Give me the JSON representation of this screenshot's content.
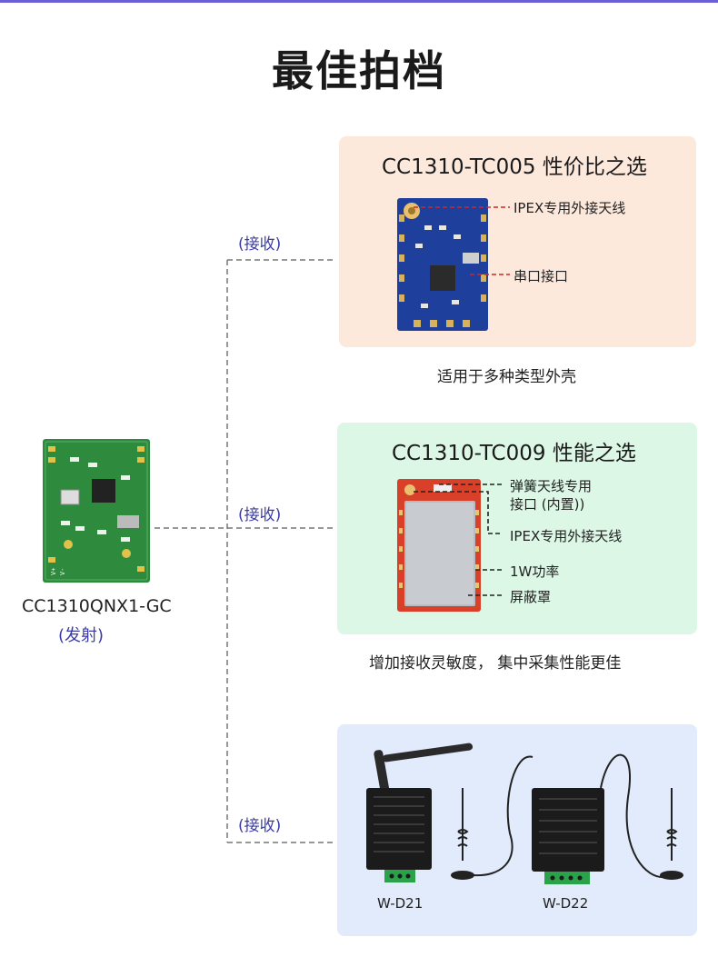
{
  "title": "最佳拍档",
  "transmitter": {
    "model": "CC1310QNX1-GC",
    "role": "(发射)"
  },
  "receivers": [
    {
      "label": "(接收)",
      "title": "CC1310-TC005 性价比之选",
      "annotations": [
        "IPEX专用外接天线",
        "串口接口"
      ],
      "caption": "适用于多种类型外壳",
      "background": "#fde8dc"
    },
    {
      "label": "(接收)",
      "title": "CC1310-TC009 性能之选",
      "annotations": [
        "弹簧天线专用",
        "接口 (内置))",
        "IPEX专用外接天线",
        "1W功率",
        "屏蔽罩"
      ],
      "caption": "增加接收灵敏度， 集中采集性能更佳",
      "background": "#dcf7e6"
    },
    {
      "label": "(接收)",
      "products": [
        "W-D21",
        "W-D22"
      ],
      "background": "#e2ebfb"
    }
  ],
  "colors": {
    "accent": "#6b5fd8",
    "label_blue": "#3b3ba8",
    "annotation_red": "#e02020",
    "pcb_blue": "#1e3f9c",
    "pcb_green": "#2e8b3e",
    "pcb_red": "#d8402a"
  }
}
